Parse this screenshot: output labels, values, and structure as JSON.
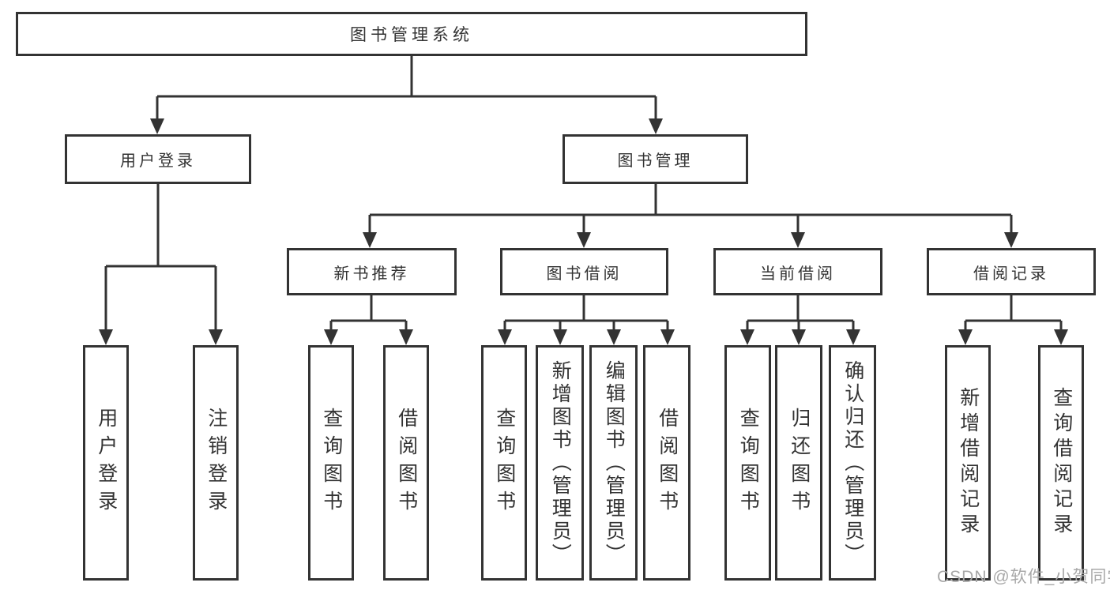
{
  "diagram": {
    "root": "图书管理系统",
    "level2": [
      "用户登录",
      "图书管理"
    ],
    "level3": [
      "新书推荐",
      "图书借阅",
      "当前借阅",
      "借阅记录"
    ],
    "leaves": {
      "user_login": [
        "用户登录",
        "注销登录"
      ],
      "new_books": [
        "查询图书",
        "借阅图书"
      ],
      "book_borrow": [
        "查询图书",
        "新增图书（管理员）",
        "编辑图书（管理员）",
        "借阅图书"
      ],
      "current_borrow": [
        "查询图书",
        "归还图书",
        "确认归还（管理员）"
      ],
      "borrow_records": [
        "新增借阅记录",
        "查询借阅记录"
      ]
    }
  },
  "watermark": "CSDN @软件_小贺同学",
  "colors": {
    "line": "#333333",
    "text": "#333333",
    "box_background": "#ffffff",
    "watermark": "#a8a8a8",
    "background": "#ffffff"
  }
}
